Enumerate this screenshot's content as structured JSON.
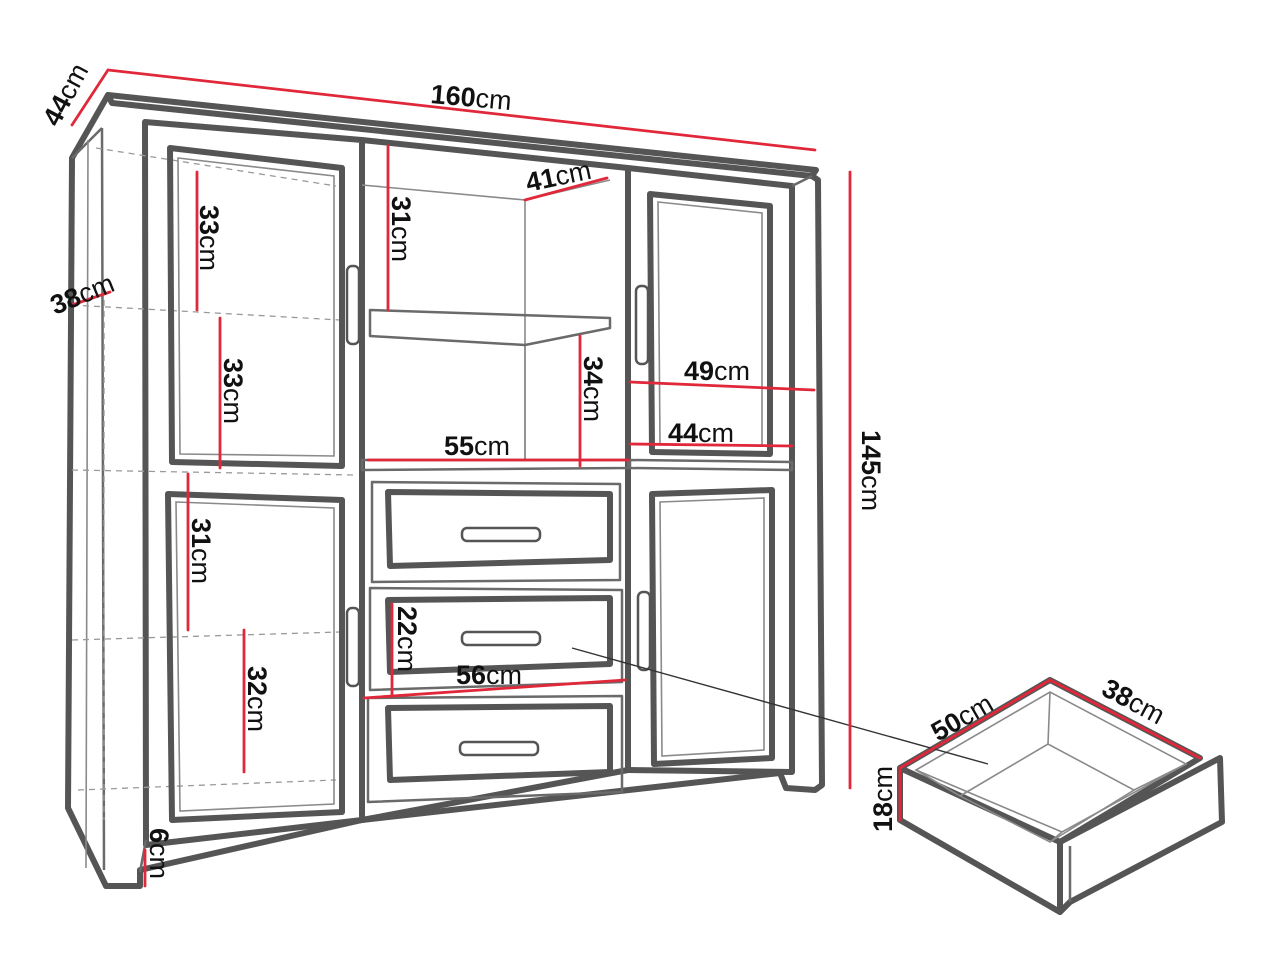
{
  "colors": {
    "dimension_line": "#e0283a",
    "furniture_line": "#555555",
    "text": "#111111",
    "background": "#ffffff"
  },
  "dimensions": {
    "width": {
      "value": "160",
      "unit": "cm"
    },
    "depth": {
      "value": "44",
      "unit": "cm"
    },
    "height": {
      "value": "145",
      "unit": "cm"
    },
    "inner_depth": {
      "value": "38",
      "unit": "cm"
    },
    "left_upper_shelf_1": {
      "value": "33",
      "unit": "cm"
    },
    "left_upper_shelf_2": {
      "value": "33",
      "unit": "cm"
    },
    "left_lower_shelf_1": {
      "value": "31",
      "unit": "cm"
    },
    "left_lower_shelf_2": {
      "value": "32",
      "unit": "cm"
    },
    "center_top_height": {
      "value": "31",
      "unit": "cm"
    },
    "center_shelf_depth": {
      "value": "41",
      "unit": "cm"
    },
    "center_mid_height": {
      "value": "34",
      "unit": "cm"
    },
    "center_width": {
      "value": "55",
      "unit": "cm"
    },
    "right_outer_width": {
      "value": "49",
      "unit": "cm"
    },
    "right_inner_width": {
      "value": "44",
      "unit": "cm"
    },
    "drawer_front_height": {
      "value": "22",
      "unit": "cm"
    },
    "drawer_front_width": {
      "value": "56",
      "unit": "cm"
    },
    "leg_height": {
      "value": "6",
      "unit": "cm"
    },
    "drawer_width": {
      "value": "50",
      "unit": "cm"
    },
    "drawer_depth": {
      "value": "38",
      "unit": "cm"
    },
    "drawer_height": {
      "value": "18",
      "unit": "cm"
    }
  }
}
